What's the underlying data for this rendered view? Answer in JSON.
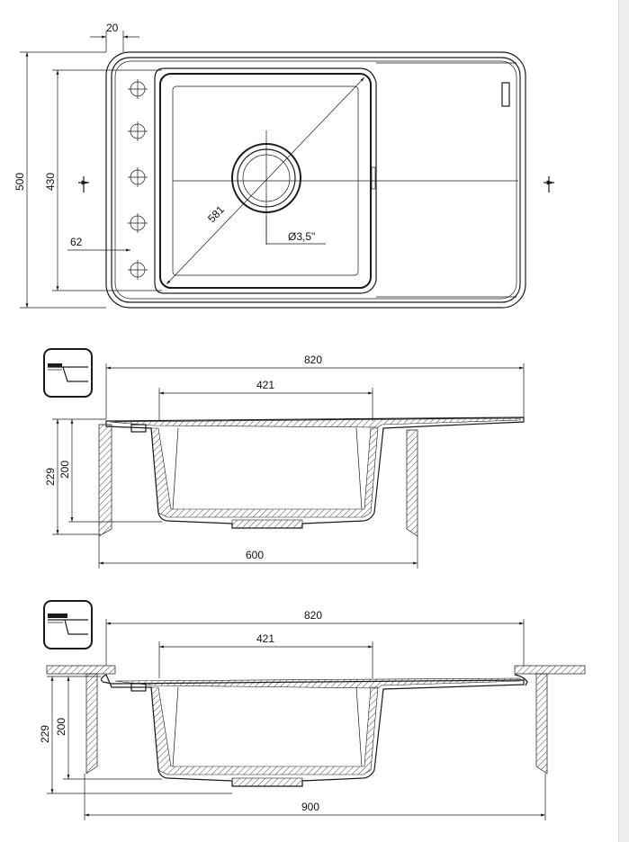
{
  "top_view": {
    "dim_lip_width": "20",
    "dim_total_height": "500",
    "dim_bowl_height": "430",
    "dim_hole_offset": "62",
    "dim_diagonal": "581",
    "dim_drain": "Ø3,5\""
  },
  "side_view_1": {
    "dim_total_width": "820",
    "dim_bowl_width": "421",
    "dim_total_depth": "229",
    "dim_bowl_depth": "200",
    "dim_cabinet_width": "600"
  },
  "side_view_2": {
    "dim_total_width": "820",
    "dim_bowl_width": "421",
    "dim_total_depth": "229",
    "dim_bowl_depth": "200",
    "dim_cabinet_width": "900"
  },
  "colors": {
    "line": "#1a1a1a",
    "background": "#ffffff",
    "hatch": "#1a1a1a"
  }
}
